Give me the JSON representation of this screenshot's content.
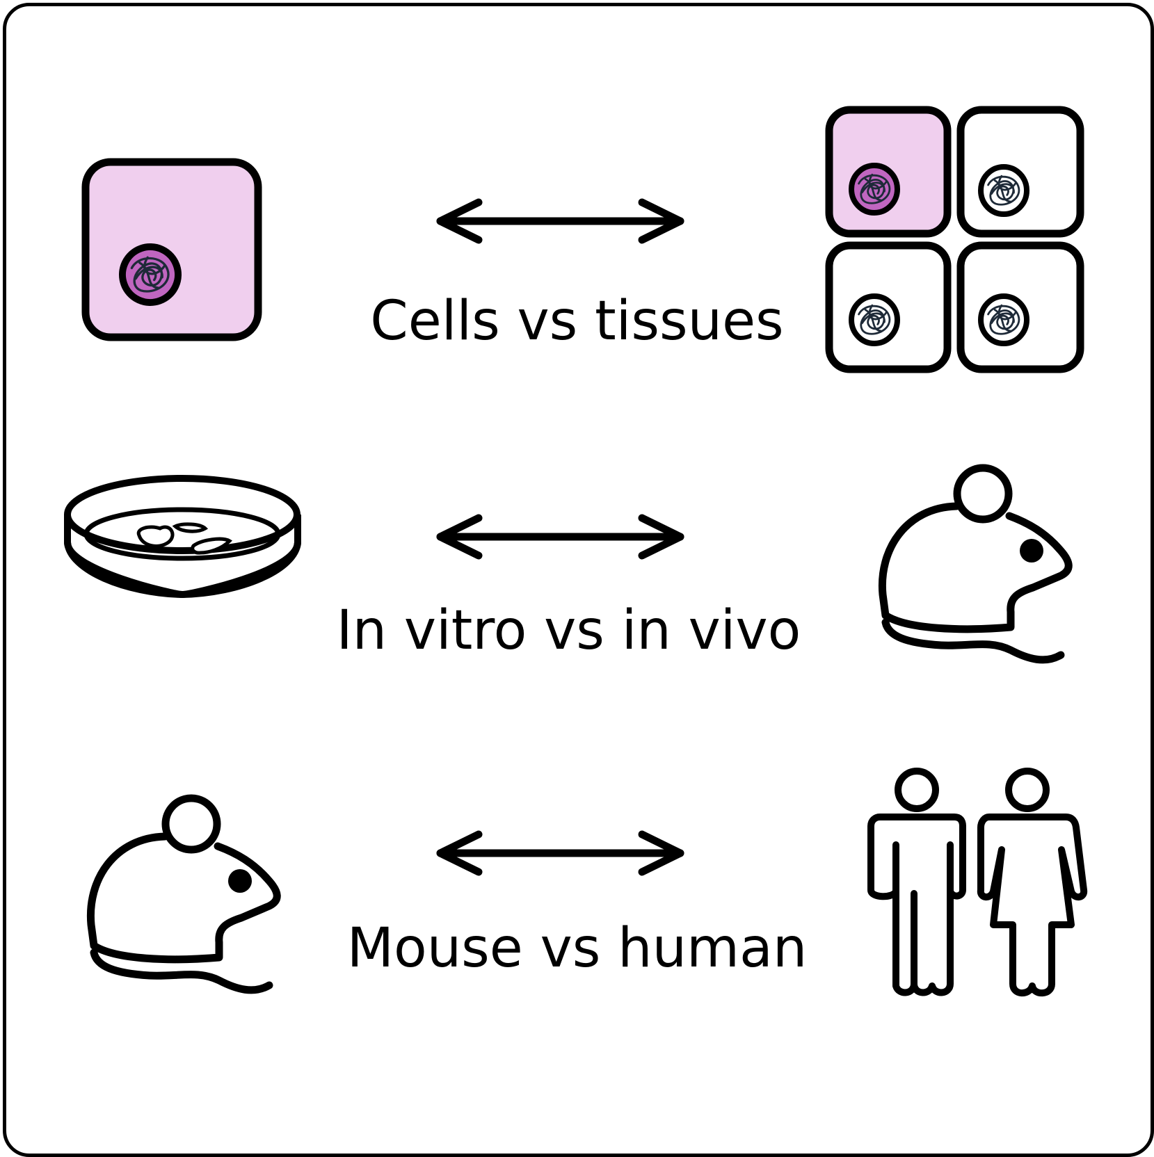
{
  "colors": {
    "cell_fill": "#f0cfee",
    "outline": "#000000",
    "nucleus": "#1e2a38",
    "nucleus_tint": "#c066c0"
  },
  "rows": [
    {
      "label": "Cells vs tissues",
      "left_icon": "single-cell-icon",
      "right_icon": "tissue-cells-icon"
    },
    {
      "label": "In vitro vs in vivo",
      "left_icon": "petri-dish-icon",
      "right_icon": "mouse-icon"
    },
    {
      "label": "Mouse vs human",
      "left_icon": "mouse-icon",
      "right_icon": "humans-icon"
    }
  ]
}
